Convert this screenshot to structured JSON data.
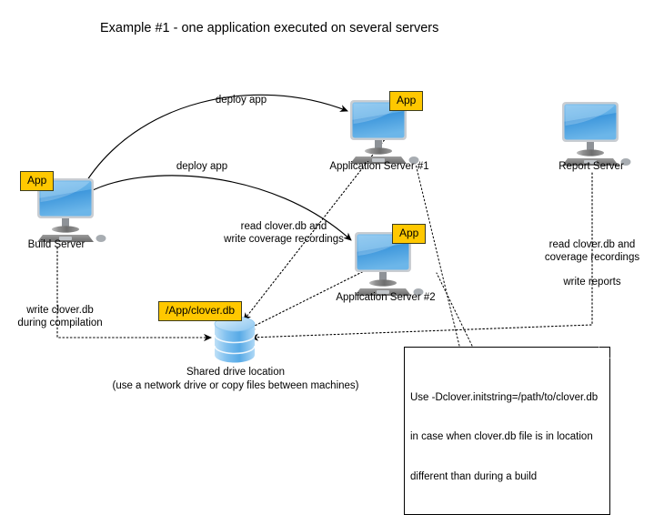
{
  "diagram": {
    "title": "Example #1 - one application executed on several servers",
    "colors": {
      "badge_fill": "#FFC800",
      "badge_border": "#3d3d1f",
      "screen_top": "#6FB7E9",
      "screen_bottom": "#2E8BD0",
      "db_fill": "#8FC9F0",
      "line": "#000000",
      "background": "#FFFFFF"
    },
    "nodes": [
      {
        "id": "build-server",
        "type": "computer",
        "caption": "Build Server",
        "badge": "App",
        "badge_side": "left"
      },
      {
        "id": "application-server-1",
        "type": "computer",
        "caption": "Application Server #1",
        "badge": "App",
        "badge_side": "right"
      },
      {
        "id": "application-server-2",
        "type": "computer",
        "caption": "Application Server #2",
        "badge": "App",
        "badge_side": "right"
      },
      {
        "id": "report-server",
        "type": "computer",
        "caption": "Report Server",
        "badge": null,
        "badge_side": null
      },
      {
        "id": "shared-drive",
        "type": "database",
        "badge": "/App/clover.db",
        "caption_line1": "Shared drive location",
        "caption_line2": "(use a network drive or copy files between machines)"
      }
    ],
    "edge_labels": {
      "deploy_app_1": "deploy app",
      "deploy_app_2": "deploy app",
      "read_write_coverage": "read clover.db and\nwrite coverage recordings",
      "write_clover_db": "write clover.db\nduring compilation",
      "read_coverage": "read clover.db and\ncoverage recordings",
      "write_reports": "write reports"
    },
    "note": {
      "line1": "Use -Dclover.initstring=/path/to/clover.db",
      "line2": "in case when clover.db file is in location",
      "line3": "different than during a build"
    }
  }
}
